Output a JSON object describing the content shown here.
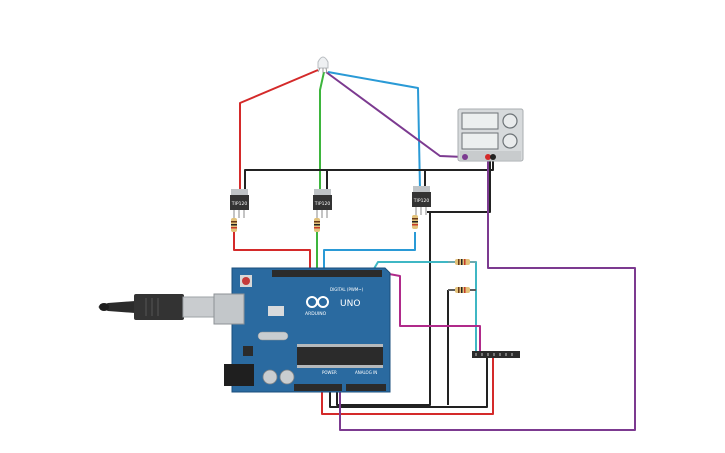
{
  "colors": {
    "board": "#2a6aa0",
    "board_edge": "#1b4f7c",
    "header": "#2b2b2b",
    "wire_red": "#d42a2a",
    "wire_green": "#3db53d",
    "wire_blue": "#2a9ad6",
    "wire_purple": "#7c3a90",
    "wire_black": "#222222",
    "wire_teal": "#3fb7c4",
    "wire_magenta": "#b02a8a",
    "supply_body": "#d7dadc",
    "transistor": "#333333"
  },
  "arduino": {
    "logo_text": "ARDUINO",
    "model_text": "UNO",
    "digital_label": "DIGITAL (PWM~)",
    "power_label": "POWER",
    "analog_label": "ANALOG IN"
  },
  "transistors": [
    {
      "label": "TIP120"
    },
    {
      "label": "TIP120"
    },
    {
      "label": "TIP120"
    }
  ],
  "components": {
    "rgb_led": "rgb-led",
    "power_supply": "dc-power-supply",
    "ir_header": "pin-header"
  }
}
